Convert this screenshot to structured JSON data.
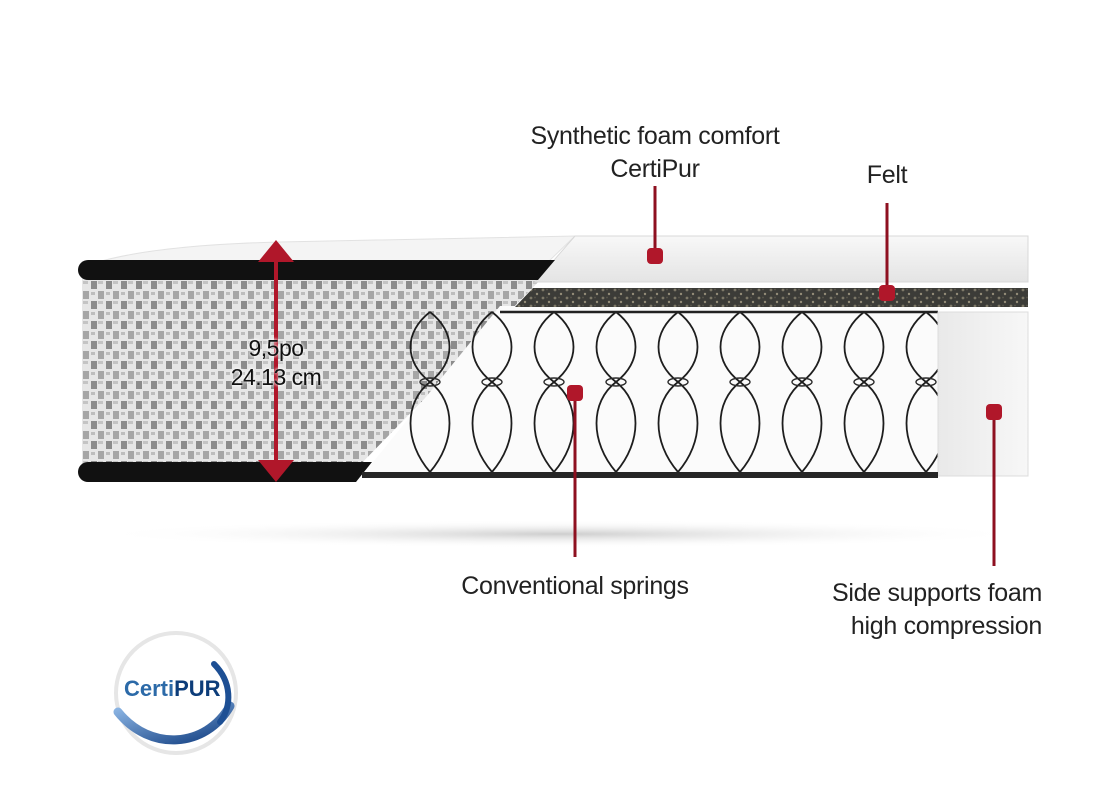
{
  "labels": {
    "comfort_foam": [
      "Synthetic foam comfort",
      "CertiPur"
    ],
    "felt": "Felt",
    "springs": "Conventional springs",
    "side_supports": [
      "Side supports foam",
      "high compression"
    ]
  },
  "dimension": [
    "9,5po",
    "24.13 cm"
  ],
  "logo": {
    "part1": "Certi",
    "part2": "PUR"
  },
  "colors": {
    "accent": "#b0172a",
    "pointer_line": "#8e1020",
    "border_band": "#111111",
    "foam": "#f2f2f2",
    "logo_blue": "#2c6aa8"
  },
  "icons": [
    "double-arrow-icon",
    "certipur-logo-icon"
  ]
}
